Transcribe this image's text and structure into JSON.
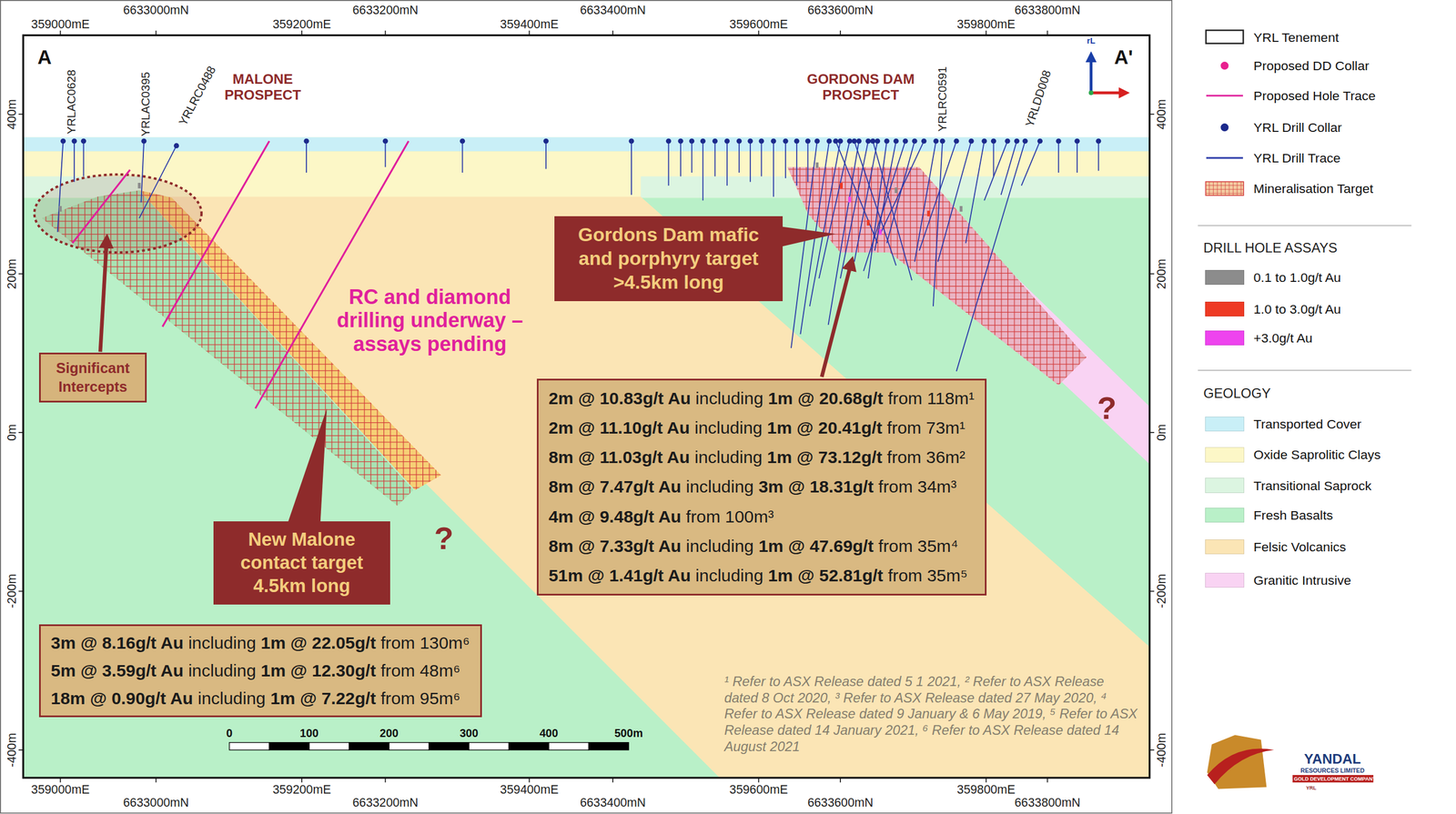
{
  "diagram": {
    "nodes": [
      {
        "text": [
          "Gordons Dam mafic and porphyry target >4.5km long"
        ]
      },
      {
        "text": [
          "Significant Intercepts"
        ]
      },
      {
        "text": [
          "2m @ 10.83g/t Au including 1m @ 20.68g/t from 118m¹",
          "2m @ 11.10g/t Au including 1m @ 20.41g/t from 73m¹",
          "8m @ 11.03g/t Au including 1m @ 73.12g/t from 36m²",
          "8m @ 7.47g/t Au including 3m @ 18.31g/t from 34m³",
          "4m @ 9.48g/t Au from 100m³",
          "8m @ 7.33g/t Au including 1m @ 47.69g/t from 35m⁴",
          "51m @ 1.41g/t Au including 1m @ 52.81g/t from 35m⁵"
        ]
      },
      {
        "text": [
          "New Malone contact target 4.5km long"
        ]
      },
      {
        "text": [
          "3m @ 8.16g/t Au including 1m @ 22.05g/t from 130m⁶",
          "5m @ 3.59g/t Au including 1m @ 12.30g/t from 48m⁶",
          "18m @ 0.90g/t Au including 1m @ 7.22g/t from 95m⁶"
        ]
      }
    ],
    "labels": [
      "A",
      "A'",
      "MALONE PROSPECT",
      "GORDONS DAM PROSPECT",
      "YRLAC0628",
      "YRLAC0395",
      "YRLRC0488",
      "YRLRC0591",
      "YRLDD008",
      "RC and diamond drilling underway – assays pending",
      "?",
      "?",
      "6633000mN",
      "6633200mN",
      "6633400mN",
      "6633600mN",
      "6633800mN",
      "359000mE",
      "359200mE",
      "359400mE",
      "359600mE",
      "359800mE",
      "359000mE",
      "359200mE",
      "359400mE",
      "359600mE",
      "359800mE",
      "6633000mN",
      "6633200mN",
      "6633400mN",
      "6633600mN",
      "6633800mN",
      "400m",
      "200m",
      "0m",
      "-200m",
      "-400m",
      "400m",
      "200m",
      "0m",
      "-200m",
      "-400m",
      "0",
      "100",
      "200",
      "300",
      "400",
      "500m",
      "¹ Refer to ASX Release dated 5 1 2021, ² Refer to ASX Release dated 8 Oct 2020, ³ Refer to ASX Release dated 27 May 2020, ⁴ Refer to ASX Release dated 9 January & 6 May 2019, ⁵ Refer to ASX Release dated 14 January 2021, ⁶ Refer to ASX Release dated 14 August 2021",
      "rL",
      "DRILL HOLE ASSAYS",
      "GEOLOGY",
      "YANDAL",
      "RESOURCES LIMITED",
      "A GOLD DEVELOPMENT COMPANY",
      "YRL"
    ],
    "legend": [
      {
        "text": "YRL Tenement"
      },
      {
        "text": "Proposed DD Collar"
      },
      {
        "text": "Proposed Hole Trace"
      },
      {
        "text": "YRL Drill Collar"
      },
      {
        "text": "YRL Drill Trace"
      },
      {
        "text": "Mineralisation Target"
      },
      {
        "text": "0.1 to 1.0g/t Au",
        "color": "#8c8c8c"
      },
      {
        "text": "1.0 to 3.0g/t Au",
        "color": "#ee3a24"
      },
      {
        "text": "+3.0g/t Au",
        "color": "#ee44ee"
      },
      {
        "text": "Transported Cover",
        "color": "#c9eff7"
      },
      {
        "text": "Oxide Saprolitic Clays",
        "color": "#fcf7c7"
      },
      {
        "text": "Transitional Saprock",
        "color": "#dcf5e1"
      },
      {
        "text": "Fresh Basalts",
        "color": "#b9f0c8"
      },
      {
        "text": "Felsic Volcanics",
        "color": "#fbe5b5"
      },
      {
        "text": "Granitic Intrusive",
        "color": "#f9d3f3"
      }
    ]
  }
}
